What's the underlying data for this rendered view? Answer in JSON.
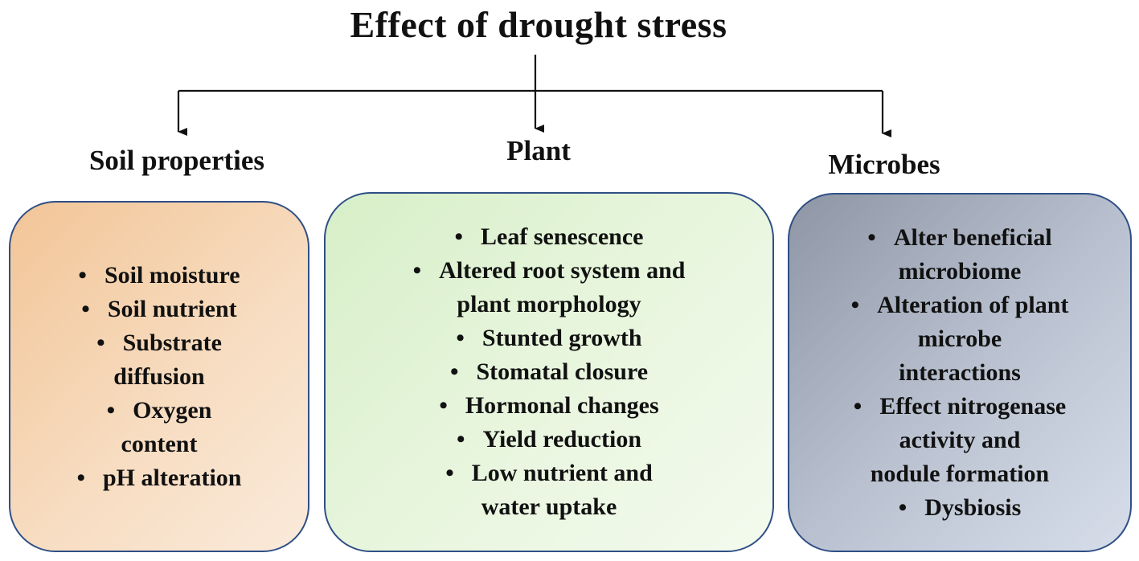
{
  "title": "Effect of drought stress",
  "bullet_glyph": "•",
  "categories": [
    {
      "id": "soil",
      "heading": "Soil properties",
      "color": "#f2c597",
      "lines": [
        {
          "bullet": true,
          "text": "Soil moisture"
        },
        {
          "bullet": true,
          "text": "Soil nutrient"
        },
        {
          "bullet": true,
          "text": "Substrate"
        },
        {
          "bullet": false,
          "text": "diffusion"
        },
        {
          "bullet": true,
          "text": "Oxygen"
        },
        {
          "bullet": false,
          "text": "content"
        },
        {
          "bullet": true,
          "text": "pH alteration"
        }
      ]
    },
    {
      "id": "plant",
      "heading": "Plant",
      "color": "#d7efc8",
      "lines": [
        {
          "bullet": true,
          "text": "Leaf senescence"
        },
        {
          "bullet": true,
          "text": "Altered root system and"
        },
        {
          "bullet": false,
          "text": "plant morphology"
        },
        {
          "bullet": true,
          "text": "Stunted growth"
        },
        {
          "bullet": true,
          "text": "Stomatal closure"
        },
        {
          "bullet": true,
          "text": "Hormonal changes"
        },
        {
          "bullet": true,
          "text": "Yield reduction"
        },
        {
          "bullet": true,
          "text": "Low nutrient and"
        },
        {
          "bullet": false,
          "text": "water uptake"
        }
      ]
    },
    {
      "id": "microbes",
      "heading": "Microbes",
      "color": "#8e96a5",
      "lines": [
        {
          "bullet": true,
          "text": "Alter beneficial"
        },
        {
          "bullet": false,
          "text": "microbiome"
        },
        {
          "bullet": true,
          "text": "Alteration of plant"
        },
        {
          "bullet": false,
          "text": "microbe"
        },
        {
          "bullet": false,
          "text": "interactions"
        },
        {
          "bullet": true,
          "text": "Effect nitrogenase"
        },
        {
          "bullet": false,
          "text": "activity and"
        },
        {
          "bullet": false,
          "text": "nodule formation"
        },
        {
          "bullet": true,
          "text": "Dysbiosis"
        }
      ]
    }
  ]
}
